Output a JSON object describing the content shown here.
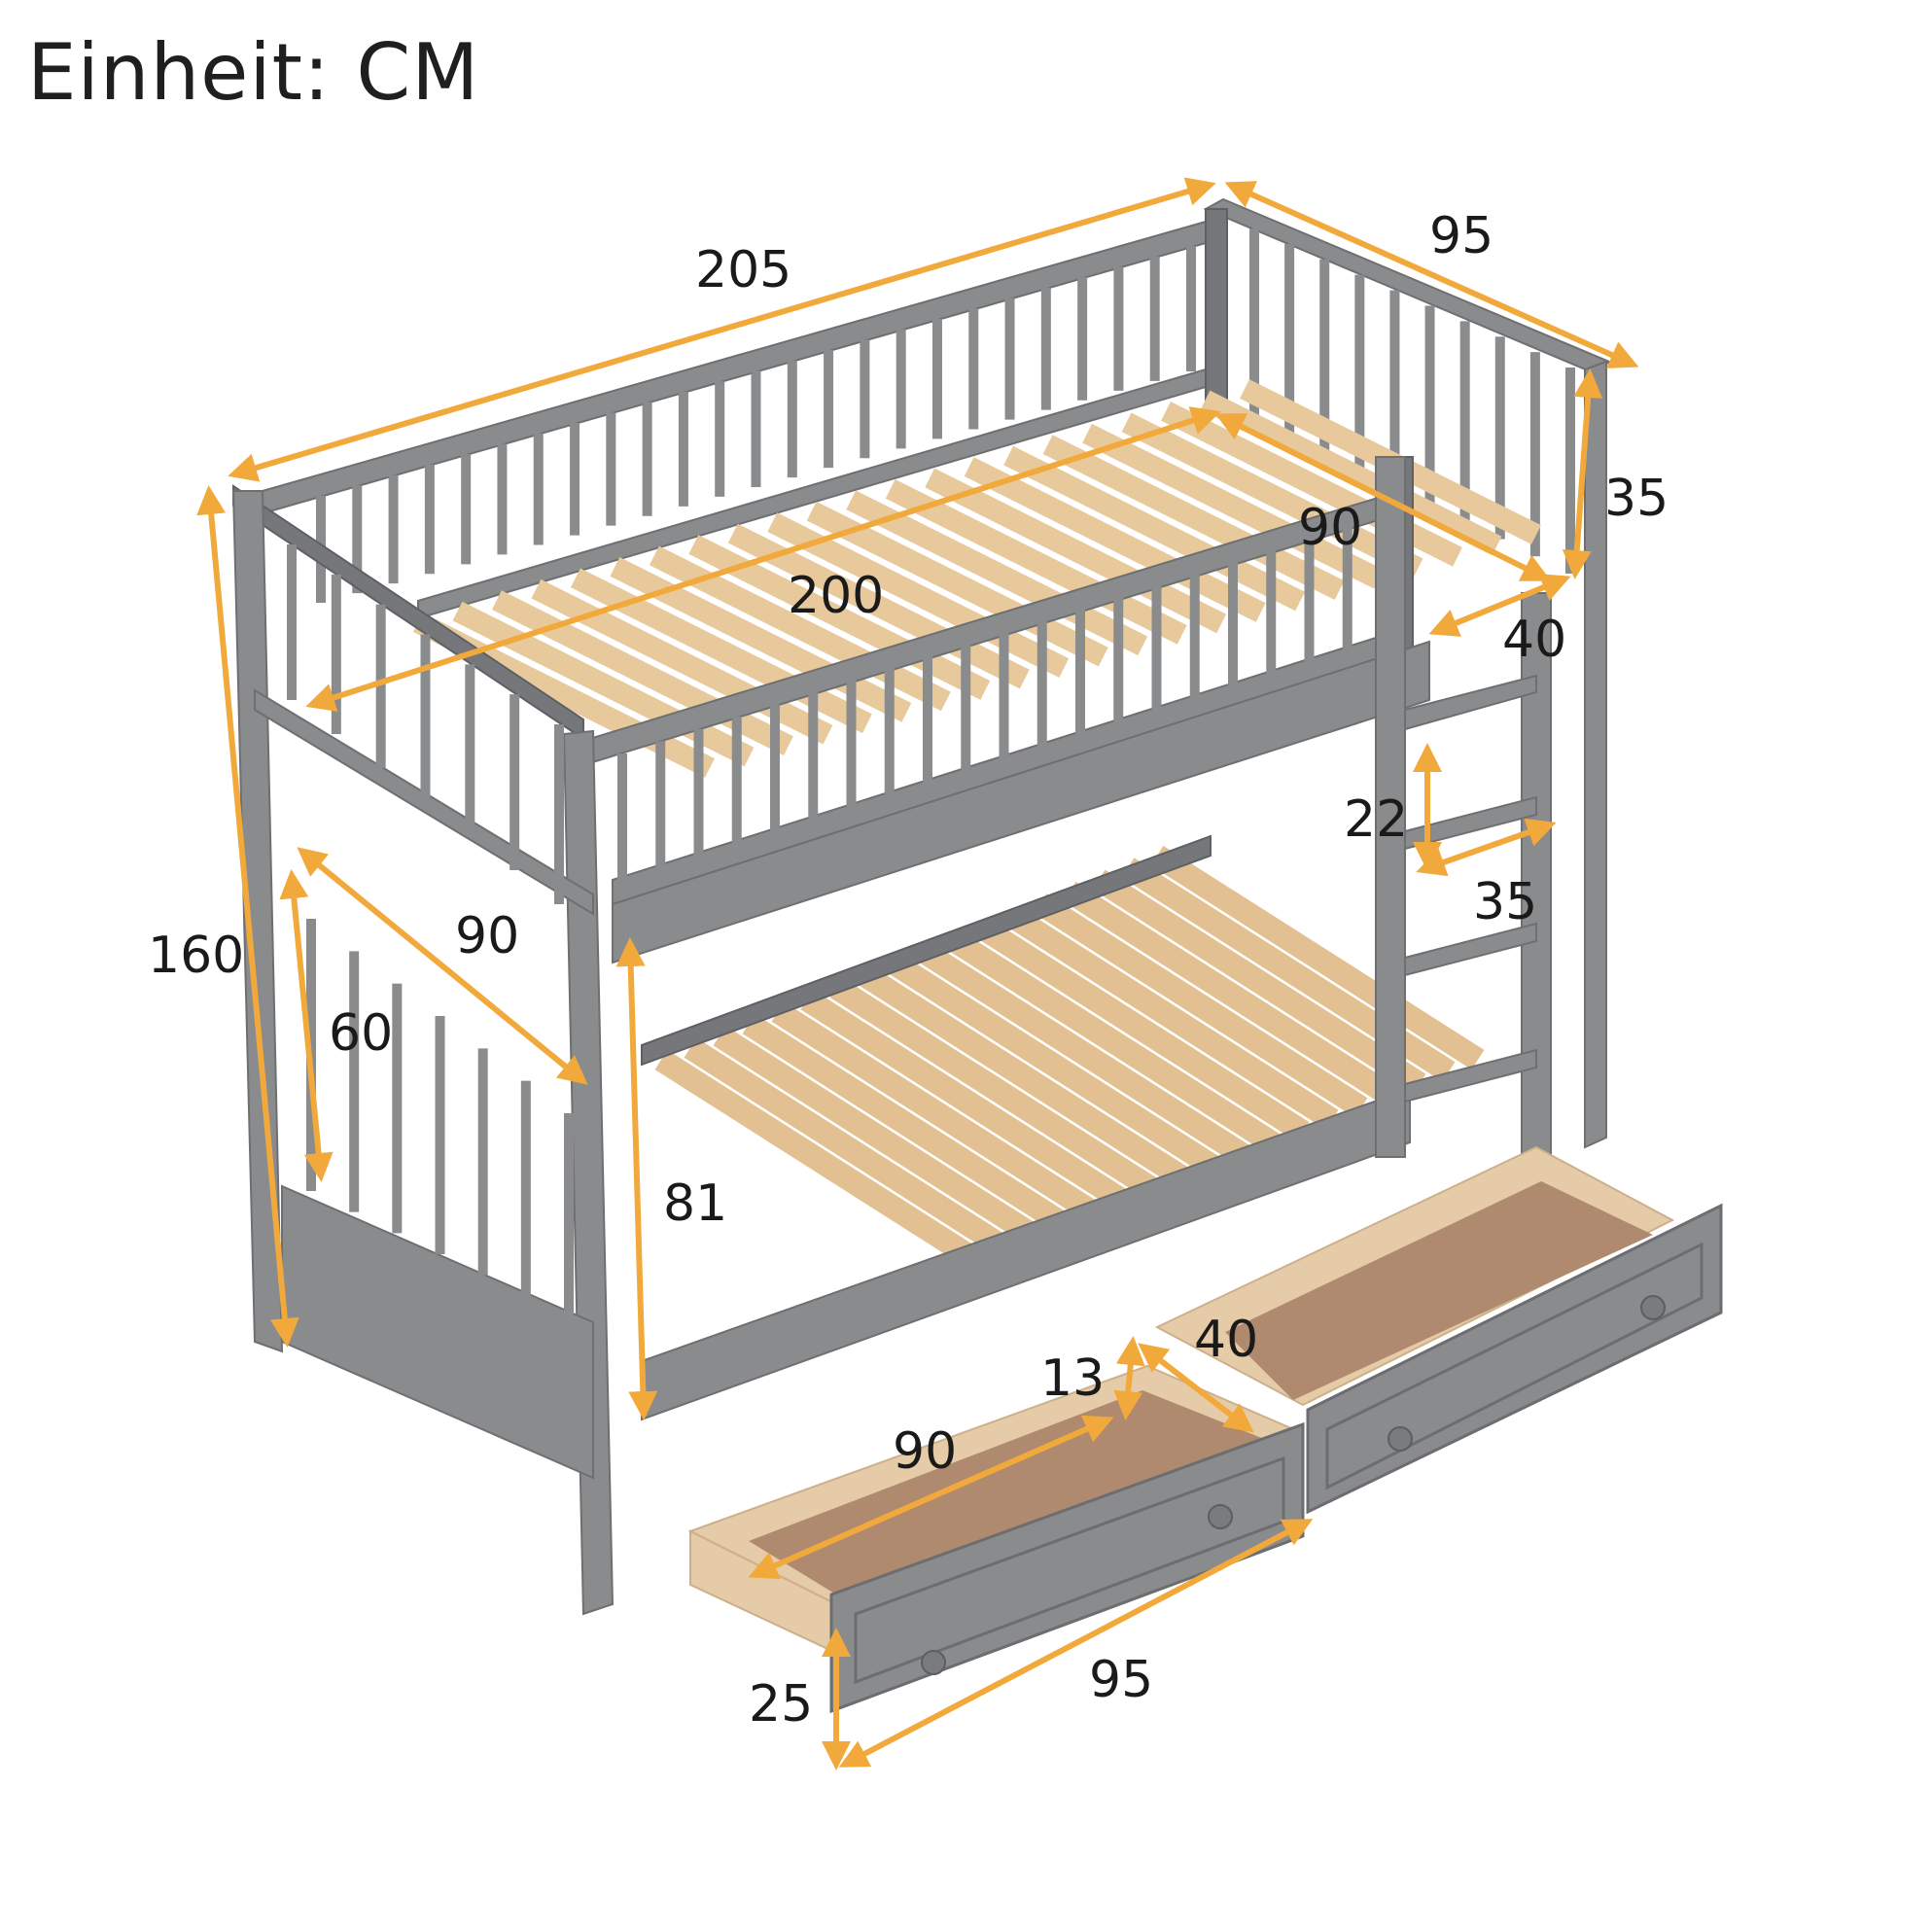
{
  "title": "Einheit: CM",
  "colors": {
    "frame": "#8a8b8d",
    "slat": "#e8c99c",
    "arrow": "#f2a93b",
    "drawer_inside": "#b08a6f"
  },
  "dimensions": {
    "total_length": "205",
    "total_width": "95",
    "total_height": "160",
    "mattress_length": "200",
    "mattress_width": "90",
    "guardrail_height": "35",
    "ladder_opening": "40",
    "ladder_step_height": "22",
    "ladder_width": "35",
    "end_width": "90",
    "end_panel_height": "60",
    "under_clearance": "81",
    "drawer_depth_label": "90",
    "drawer_inner_height": "13",
    "drawer_inner_width": "40",
    "drawer_front_width": "95",
    "drawer_height": "25"
  }
}
